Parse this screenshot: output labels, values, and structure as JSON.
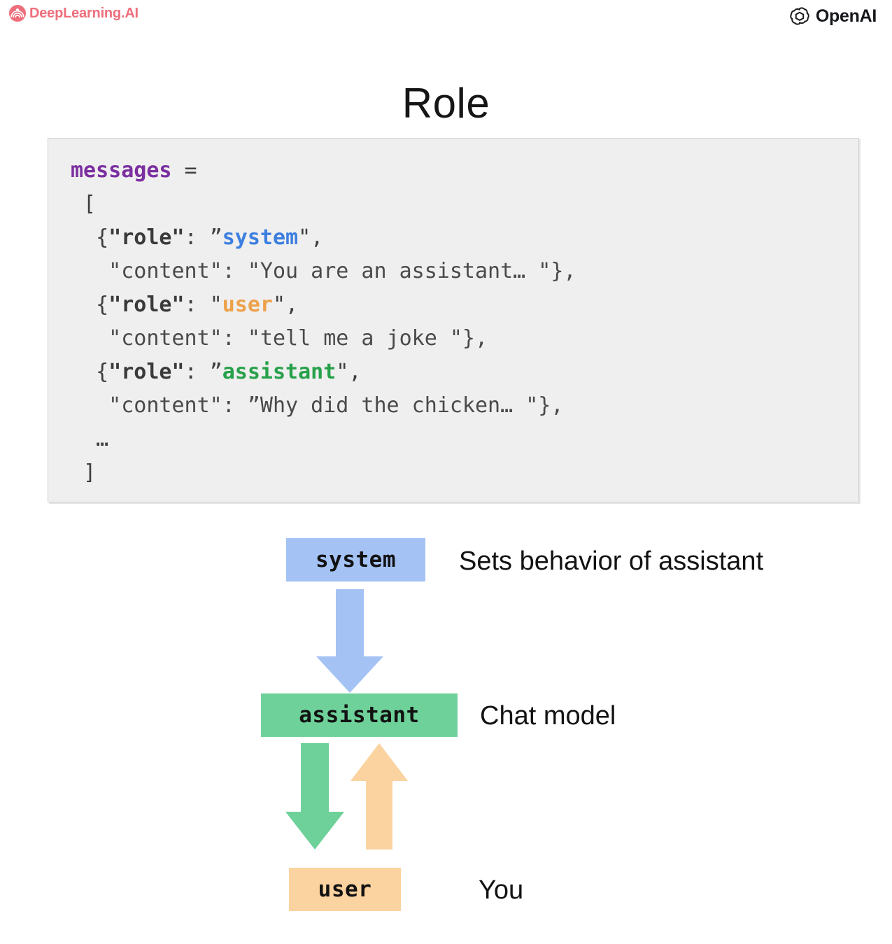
{
  "branding": {
    "left": {
      "name": "DeepLearning.AI",
      "mark": "deeplearning-circle-icon",
      "color": "#ef6e7b"
    },
    "right": {
      "name": "OpenAI",
      "mark": "openai-knot-icon",
      "color": "#16181c"
    }
  },
  "slide": {
    "title": "Role"
  },
  "code": {
    "language": "python",
    "lines": [
      {
        "id": "l1",
        "segments": [
          {
            "t": "messages",
            "cls": "tok-var"
          },
          {
            "t": " =",
            "cls": "tok-punct"
          }
        ]
      },
      {
        "id": "l2",
        "segments": [
          {
            "t": " [",
            "cls": "tok-punct"
          }
        ]
      },
      {
        "id": "l3",
        "segments": [
          {
            "t": "  {",
            "cls": "tok-punct"
          },
          {
            "t": "\"role\"",
            "cls": "tok-key"
          },
          {
            "t": ": ",
            "cls": "tok-punct"
          },
          {
            "t": "”",
            "cls": "tok-punct"
          },
          {
            "t": "system",
            "cls": "tok-system"
          },
          {
            "t": "\",",
            "cls": "tok-punct"
          }
        ]
      },
      {
        "id": "l4",
        "segments": [
          {
            "t": "   \"content\": \"You are an assistant… \"},",
            "cls": "tok-str"
          }
        ]
      },
      {
        "id": "l5",
        "segments": [
          {
            "t": "  {",
            "cls": "tok-punct"
          },
          {
            "t": "\"role\"",
            "cls": "tok-key"
          },
          {
            "t": ": ",
            "cls": "tok-punct"
          },
          {
            "t": "\"",
            "cls": "tok-punct"
          },
          {
            "t": "user",
            "cls": "tok-user"
          },
          {
            "t": "\",",
            "cls": "tok-punct"
          }
        ]
      },
      {
        "id": "l6",
        "segments": [
          {
            "t": "   \"content\": \"tell me a joke \"},",
            "cls": "tok-str"
          }
        ]
      },
      {
        "id": "l7",
        "segments": [
          {
            "t": "  {",
            "cls": "tok-punct"
          },
          {
            "t": "\"role\"",
            "cls": "tok-key"
          },
          {
            "t": ": ",
            "cls": "tok-punct"
          },
          {
            "t": "”",
            "cls": "tok-punct"
          },
          {
            "t": "assistant",
            "cls": "tok-assistant"
          },
          {
            "t": "\",",
            "cls": "tok-punct"
          }
        ]
      },
      {
        "id": "l8",
        "segments": [
          {
            "t": "   \"content\": ”Why did the chicken… \"},",
            "cls": "tok-str"
          }
        ]
      },
      {
        "id": "l9",
        "segments": [
          {
            "t": "  …",
            "cls": "tok-ellipsis"
          }
        ]
      },
      {
        "id": "l10",
        "segments": [
          {
            "t": " ]",
            "cls": "tok-punct"
          }
        ]
      }
    ]
  },
  "diagram": {
    "type": "flow",
    "nodes": [
      {
        "id": "system",
        "label": "system",
        "description": "Sets behavior of assistant",
        "color": "#a4c2f4"
      },
      {
        "id": "assistant",
        "label": "assistant",
        "description": "Chat model",
        "color": "#6fd19a"
      },
      {
        "id": "user",
        "label": "user",
        "description": "You",
        "color": "#fbd3a0"
      }
    ],
    "arrows": [
      {
        "id": "system-to-assistant",
        "from": "system",
        "to": "assistant",
        "direction": "down",
        "color": "#a4c2f4"
      },
      {
        "id": "assistant-to-user",
        "from": "assistant",
        "to": "user",
        "direction": "down",
        "color": "#6fd19a"
      },
      {
        "id": "user-to-assistant",
        "from": "user",
        "to": "assistant",
        "direction": "up",
        "color": "#fbd3a0"
      }
    ]
  }
}
